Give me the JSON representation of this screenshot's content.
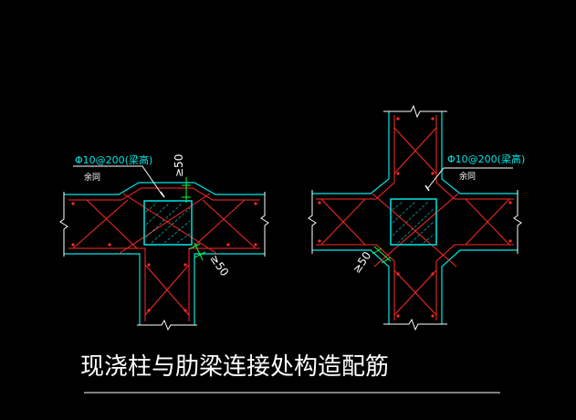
{
  "drawing": {
    "background": "#000000",
    "title": "现浇柱与肋梁连接处构造配筋",
    "left_detail": {
      "rebar_label": "Φ10@200(梁高)",
      "note": "余同",
      "dim_top": "≥50",
      "dim_bottom": "≥50"
    },
    "right_detail": {
      "rebar_label": "Φ10@200(梁高)",
      "note": "余同",
      "dim_bottom": "≥50"
    }
  },
  "colors": {
    "outline": "#00e5e5",
    "rebar": "#ff2a2a",
    "dimension": "#00ff44",
    "column_hatch": "#00e5e5",
    "text": "#ffffff"
  }
}
